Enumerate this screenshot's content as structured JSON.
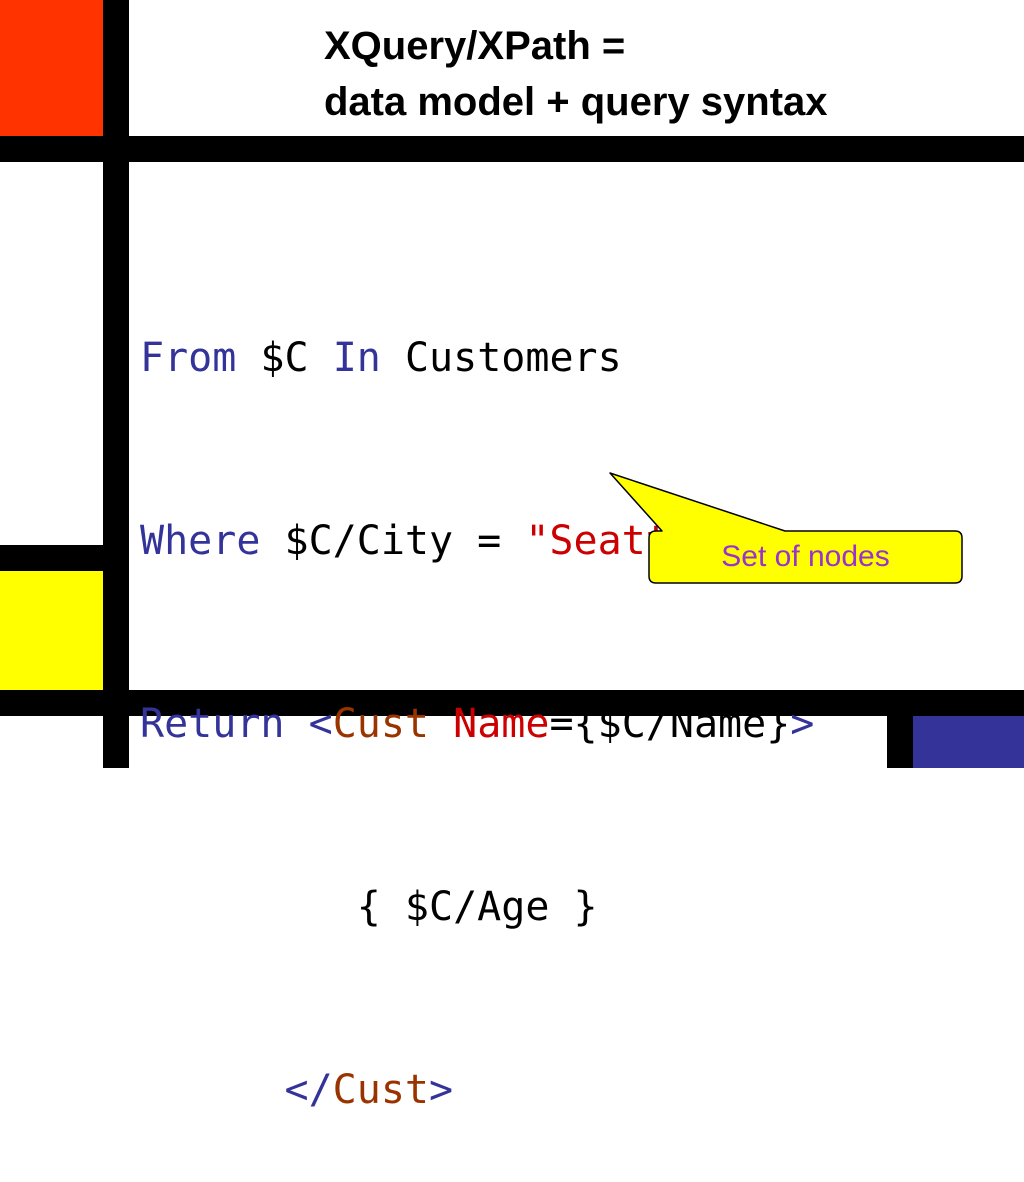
{
  "slide": {
    "title_line1": "XQuery/XPath =",
    "title_line2": "data model + query syntax"
  },
  "colors": {
    "red_block": "#ff3300",
    "yellow_block": "#ffff00",
    "blue_block": "#333399",
    "keyword": "#333399",
    "string": "#cc0000",
    "tag_name": "#993300",
    "attribute": "#cc0000",
    "callout_fill": "#ffff00",
    "callout_text": "#9933cc"
  },
  "code": {
    "line1": {
      "kw_from": "From",
      "var_c": "$C",
      "kw_in": "In",
      "source": "Customers"
    },
    "line2": {
      "kw_where": "Where",
      "path": "$C/City = ",
      "literal": "\"Seattle\""
    },
    "line3": {
      "kw_return": "Return",
      "lt": "<",
      "tag": "Cust",
      "attr": "Name",
      "eq": "=",
      "expr": "{$C/Name}",
      "gt": ">"
    },
    "line4": {
      "expr": "{ $C/Age }"
    },
    "line5": {
      "lt_slash": "</",
      "tag": "Cust",
      "gt": ">"
    }
  },
  "callout": {
    "label": "Set of nodes"
  }
}
